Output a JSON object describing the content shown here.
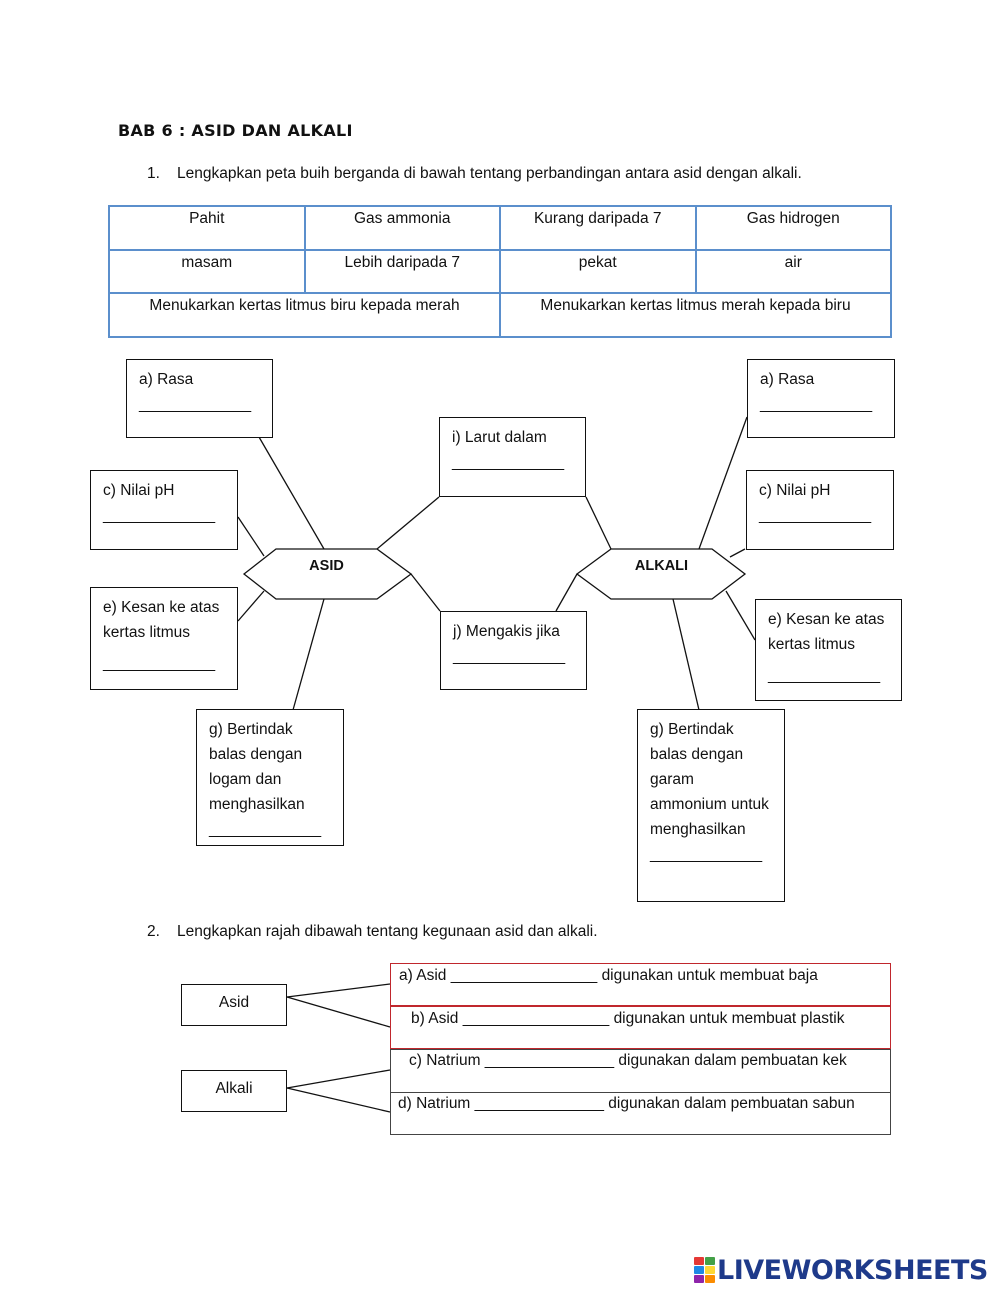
{
  "title": "BAB 6 : ASID DAN ALKALI",
  "question1": {
    "number": "1.",
    "text": "Lengkapkan peta buih berganda di bawah tentang perbandingan antara asid dengan alkali."
  },
  "word_table": {
    "row1": [
      "Pahit",
      "Gas ammonia",
      "Kurang daripada 7",
      "Gas hidrogen"
    ],
    "row2": [
      "masam",
      "Lebih daripada 7",
      "pekat",
      "air"
    ],
    "row3": [
      "Menukarkan kertas litmus biru kepada merah",
      "Menukarkan kertas litmus merah kepada biru"
    ]
  },
  "bubble_map": {
    "acid_label": "ASID",
    "alkali_label": "ALKALI",
    "acid_rasa": "a) Rasa",
    "acid_ph": "c) Nilai pH",
    "acid_litmus": "e) Kesan ke atas kertas litmus",
    "acid_metal": "g) Bertindak balas dengan logam dan menghasilkan",
    "shared_dissolve": "i) Larut dalam",
    "shared_corrode": "j) Mengakis jika",
    "alkali_rasa": "a) Rasa",
    "alkali_ph": "c) Nilai pH",
    "alkali_litmus": "e) Kesan ke atas kertas litmus",
    "alkali_ammonium": "g) Bertindak balas dengan garam ammonium untuk menghasilkan",
    "blank": "_____________"
  },
  "question2": {
    "number": "2.",
    "text": "Lengkapkan rajah dibawah tentang kegunaan asid dan alkali.",
    "asid_label": "Asid",
    "alkali_label": "Alkali",
    "rows": [
      {
        "prefix": "a) Asid",
        "blank": "_________________",
        "suffix": "digunakan untuk membuat baja"
      },
      {
        "prefix": "b) Asid",
        "blank": "_________________",
        "suffix": "digunakan untuk membuat plastik"
      },
      {
        "prefix": "c) Natrium",
        "blank": "_______________",
        "suffix": "digunakan dalam pembuatan kek"
      },
      {
        "prefix": "d) Natrium",
        "blank": "_______________",
        "suffix": "digunakan dalam pembuatan sabun"
      }
    ],
    "colors": {
      "highlight_border": "#c0272d",
      "normal_border": "#444444"
    }
  },
  "footer": {
    "brand": "LIVEWORKSHEETS",
    "logo_colors": [
      "#e53935",
      "#43a047",
      "#1e88e5",
      "#fdd835",
      "#8e24aa",
      "#fb8c00"
    ]
  }
}
